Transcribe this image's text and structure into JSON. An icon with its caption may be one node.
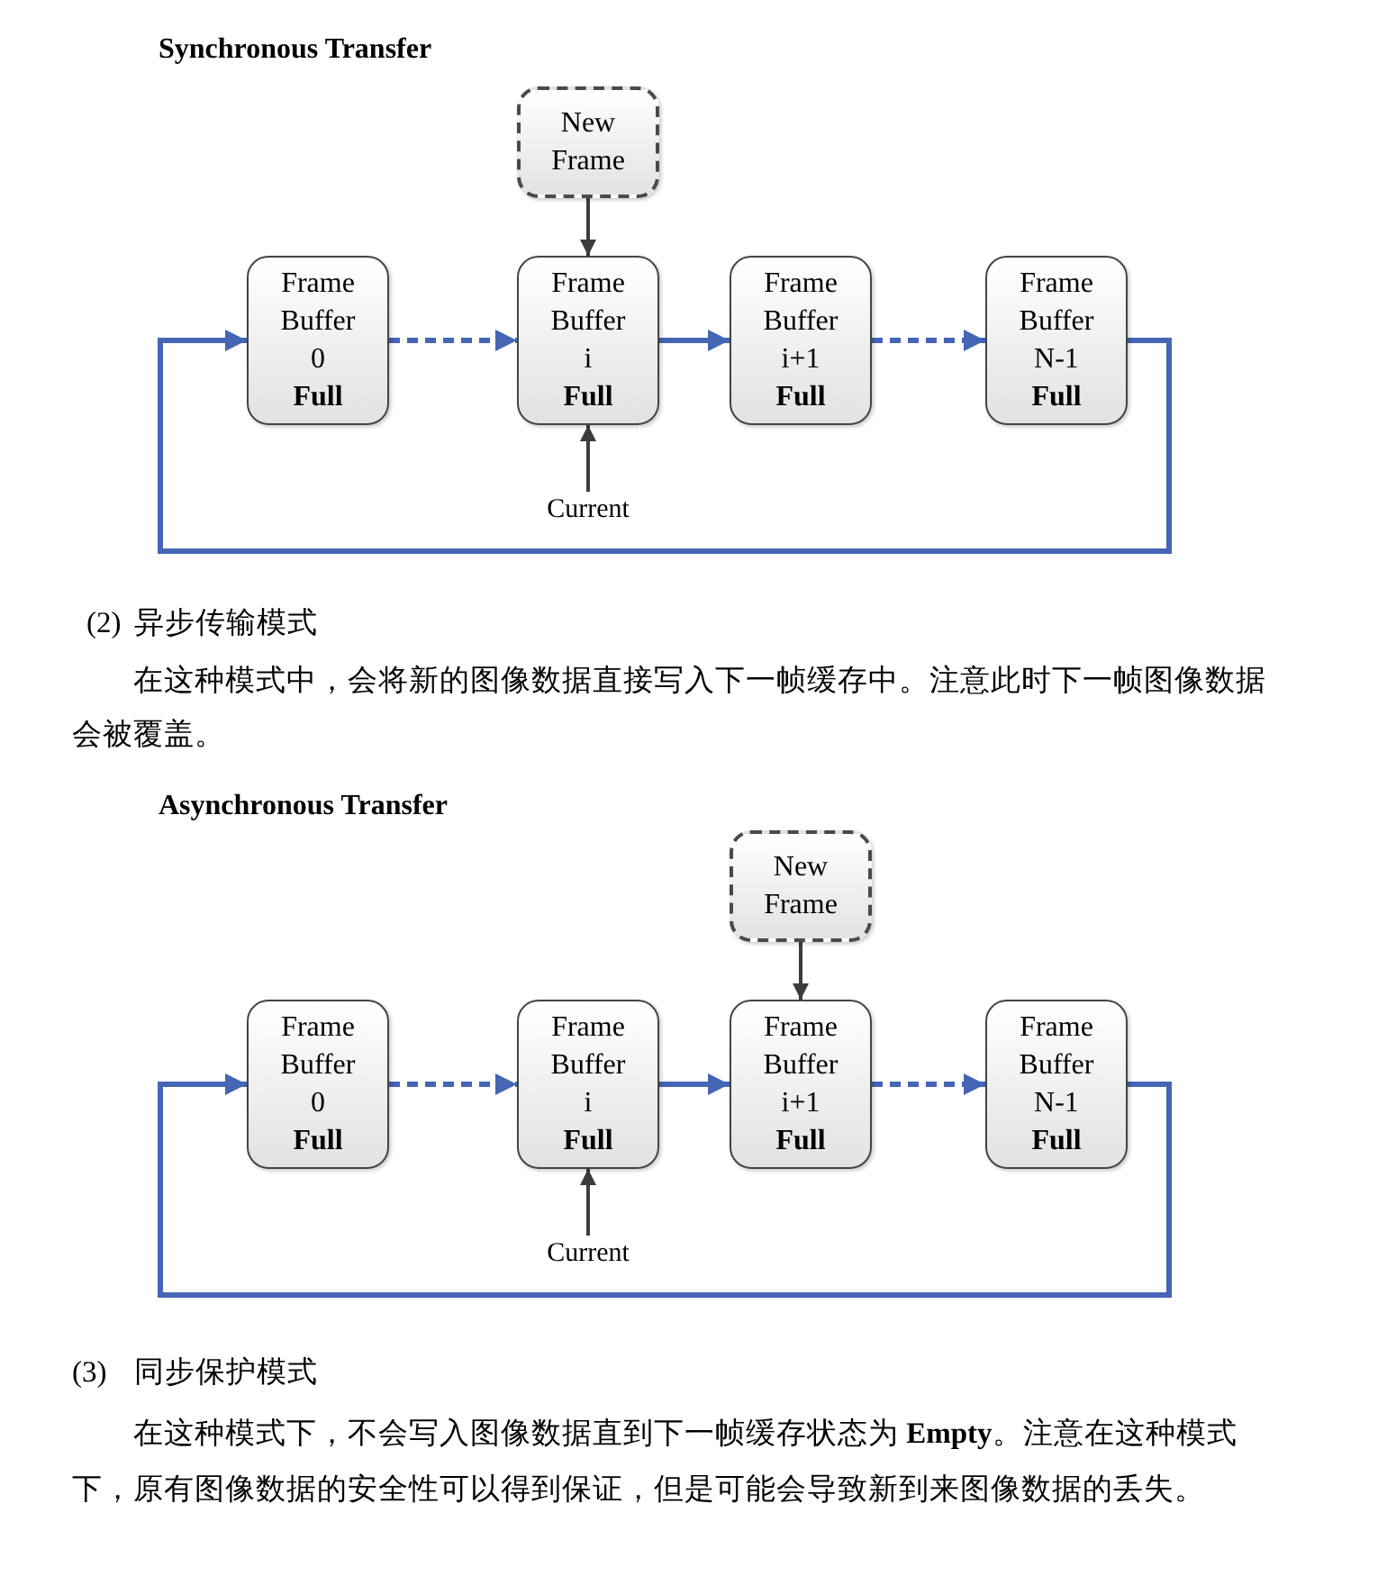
{
  "diagram": {
    "nodes": [
      {
        "text": [
          "New Frame"
        ]
      },
      {
        "text": [
          "Frame Buffer 0",
          "Full"
        ]
      },
      {
        "text": [
          "Frame Buffer i",
          "Full"
        ]
      },
      {
        "text": [
          "Frame Buffer i+1",
          "Full"
        ]
      },
      {
        "text": [
          "Frame Buffer N-1",
          "Full"
        ]
      },
      {
        "text": [
          "Current"
        ]
      },
      {
        "text": [
          "New Frame"
        ]
      },
      {
        "text": [
          "Frame Buffer 0",
          "Full"
        ]
      },
      {
        "text": [
          "Frame Buffer i",
          "Full"
        ]
      },
      {
        "text": [
          "Frame Buffer i+1",
          "Full"
        ]
      },
      {
        "text": [
          "Frame Buffer N-1",
          "Full"
        ]
      },
      {
        "text": [
          "Current"
        ]
      }
    ],
    "edges": [
      {
        "from": 0,
        "to": 2,
        "arrow": "to",
        "color": "#3c3c3c"
      },
      {
        "from": 1,
        "to": 2,
        "arrow": "to",
        "style": "dashed"
      },
      {
        "from": 2,
        "to": 3,
        "arrow": "to"
      },
      {
        "from": 3,
        "to": 4,
        "arrow": "to",
        "style": "dashed"
      },
      {
        "from": 4,
        "to": 1,
        "arrow": "to"
      },
      {
        "from": 5,
        "to": 2,
        "arrow": "to",
        "color": "#3c3c3c"
      },
      {
        "from": 6,
        "to": 9,
        "arrow": "to",
        "color": "#3c3c3c"
      },
      {
        "from": 7,
        "to": 8,
        "arrow": "to",
        "style": "dashed"
      },
      {
        "from": 8,
        "to": 9,
        "arrow": "to"
      },
      {
        "from": 9,
        "to": 10,
        "arrow": "to",
        "style": "dashed"
      },
      {
        "from": 10,
        "to": 7,
        "arrow": "to"
      },
      {
        "from": 11,
        "to": 8,
        "arrow": "to",
        "color": "#3c3c3c"
      }
    ],
    "labels": [
      "Synchronous Transfer",
      "(2) 异步传输模式",
      "在这种模式中，会将新的图像数据直接写入下一帧缓存中。注意此时下一帧图像数据会被覆盖。",
      "Asynchronous Transfer",
      "(3) 同步保护模式",
      "在这种模式下，不会写入图像数据直到下一帧缓存状态为 **Empty**。注意在这种模式下，原有图像数据的安全性可以得到保证，但是可能会导致新到来图像数据的丢失。"
    ]
  }
}
